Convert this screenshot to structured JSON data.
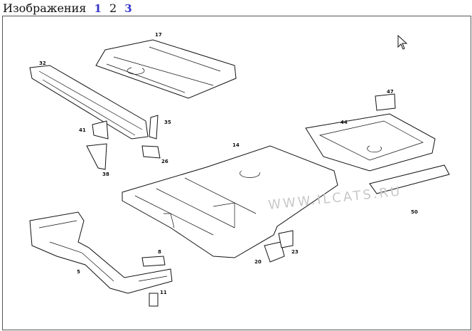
{
  "header": {
    "title": "Изображения",
    "pages": [
      {
        "label": "1",
        "link": true
      },
      {
        "label": "2",
        "link": false
      },
      {
        "label": "3",
        "link": true
      }
    ]
  },
  "diagram": {
    "watermark": "WWW.ILCATS.RU",
    "labels": [
      "17",
      "32",
      "35",
      "41",
      "26",
      "38",
      "14",
      "44",
      "47",
      "50",
      "8",
      "5",
      "20",
      "23",
      "11"
    ]
  },
  "colors": {
    "link": "#3333cc"
  }
}
